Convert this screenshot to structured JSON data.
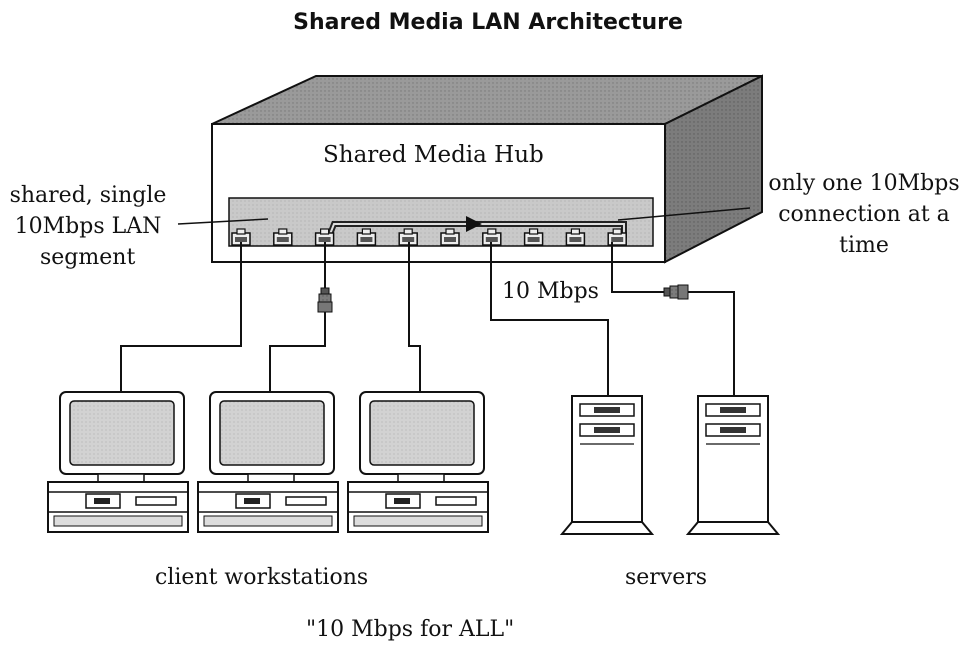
{
  "diagram": {
    "title": "Shared Media LAN Architecture",
    "hub_label": "Shared Media Hub",
    "segment_label": [
      "shared, single",
      "10Mbps LAN",
      "segment"
    ],
    "connection_label": [
      "only one 10Mbps",
      "connection at a",
      "time"
    ],
    "link_speed_label": "10 Mbps",
    "workstations_label": "client workstations",
    "servers_label": "servers",
    "footer_label": "\"10 Mbps for ALL\"",
    "port_count": 10,
    "workstation_count": 3,
    "server_count": 2
  }
}
